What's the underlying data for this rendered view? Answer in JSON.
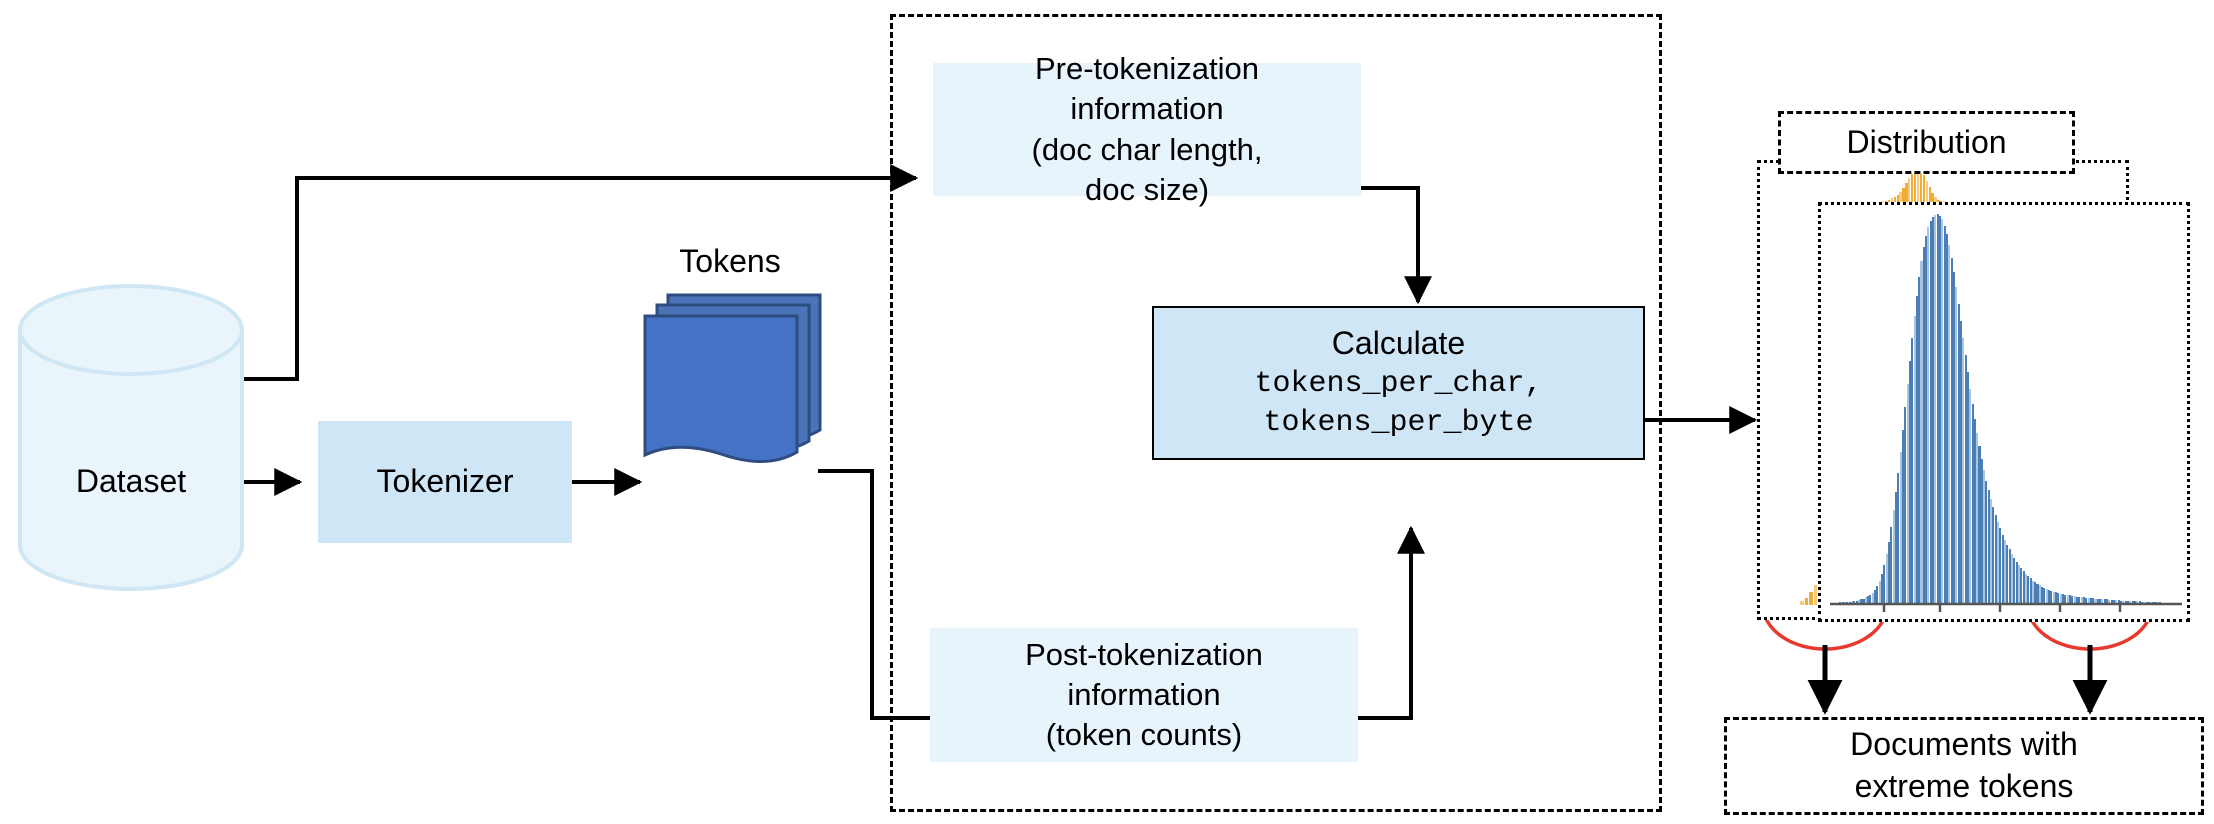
{
  "diagram": {
    "title_hidden": "",
    "nodes": {
      "dataset": {
        "label": "Dataset",
        "shape": "cylinder",
        "fill": "#e8f4fb",
        "stroke": "#cde8f5"
      },
      "tokenizer": {
        "label": "Tokenizer",
        "shape": "rect",
        "fill": "#cfe6f7"
      },
      "tokens": {
        "label": "Tokens",
        "shape": "card-stack",
        "fill": "#4472c4"
      },
      "pre_tokenization": {
        "label": "Pre-tokenization\ninformation\n(doc char length,\ndoc size)",
        "lines": [
          "Pre-tokenization",
          "information",
          "(doc char length,",
          "doc size)"
        ],
        "fill": "#e8f4fb"
      },
      "post_tokenization": {
        "label": "Post-tokenization information (token counts)",
        "lines": [
          "Post-tokenization",
          "information",
          "(token counts)"
        ],
        "fill": "#e8f4fb"
      },
      "calculate": {
        "lines": [
          "Calculate"
        ],
        "mono_lines": [
          "tokens_per_char,",
          "tokens_per_byte"
        ],
        "fill": "#cfe6f7",
        "stroke": "#000000"
      },
      "distribution": {
        "label": "Distribution",
        "style": "dashed"
      },
      "documents": {
        "label": "Documents with extreme tokens",
        "lines": [
          "Documents with",
          "extreme tokens"
        ],
        "style": "dashed"
      }
    },
    "containers": {
      "pipeline": {
        "style": "dashed",
        "label": ""
      }
    },
    "annotations": {
      "left_tail_marker": "red-ellipse",
      "right_tail_marker": "red-ellipse",
      "ellipse_color": "#e8392f"
    }
  },
  "chart_data": {
    "type": "bar",
    "title": "Distribution",
    "xlabel": "",
    "ylabel": "",
    "grid": false,
    "legend": "none",
    "series": [
      {
        "name": "tokens_per_char (front panel)",
        "color": "#4a7eb5",
        "alt_color": "#a8c6e3",
        "values": [
          0.2,
          0.2,
          0.3,
          0.3,
          0.4,
          0.4,
          0.5,
          0.5,
          0.6,
          0.7,
          0.8,
          0.9,
          1.0,
          1.2,
          1.4,
          1.7,
          2.0,
          2.4,
          2.9,
          3.6,
          4.6,
          6.0,
          7.8,
          10.0,
          12.8,
          16.0,
          19.8,
          24.0,
          28.6,
          33.6,
          39.0,
          44.6,
          50.4,
          56.4,
          62.4,
          68.2,
          73.8,
          79.0,
          83.8,
          88.0,
          91.6,
          94.4,
          96.6,
          98.2,
          99.2,
          99.8,
          100.0,
          99.6,
          98.6,
          97.0,
          94.8,
          92.0,
          88.8,
          85.2,
          81.2,
          77.0,
          72.6,
          68.2,
          63.8,
          59.4,
          55.2,
          51.2,
          47.4,
          43.8,
          40.4,
          37.2,
          34.4,
          31.6,
          29.2,
          26.8,
          24.8,
          22.8,
          21.0,
          19.4,
          17.8,
          16.4,
          15.2,
          14.0,
          12.8,
          11.8,
          10.8,
          10.0,
          9.2,
          8.4,
          7.8,
          7.2,
          6.6,
          6.0,
          5.6,
          5.2,
          4.8,
          4.4,
          4.2,
          3.8,
          3.6,
          3.4,
          3.2,
          3.0,
          2.8,
          2.6,
          2.5,
          2.4,
          2.3,
          2.2,
          2.1,
          2.0,
          1.9,
          1.8,
          1.8,
          1.7,
          1.6,
          1.6,
          1.5,
          1.5,
          1.4,
          1.4,
          1.3,
          1.3,
          1.2,
          1.2,
          1.1,
          1.1,
          1.0,
          1.0,
          1.0,
          0.9,
          0.9,
          0.9,
          0.8,
          0.8,
          0.8,
          0.7,
          0.7,
          0.7,
          0.6,
          0.6,
          0.6,
          0.5,
          0.5,
          0.5,
          0.4,
          0.4,
          0.4,
          0.3,
          0.3,
          0.3,
          0.2,
          0.2,
          0.2,
          0.2
        ]
      },
      {
        "name": "tokens_per_byte (back panel)",
        "color": "#f0ad34",
        "alt_color": "#f7cb7a",
        "values": [
          2,
          4,
          7,
          11,
          16,
          23,
          32,
          44,
          58,
          74,
          88,
          97,
          100,
          96,
          84,
          66,
          46,
          28,
          15,
          7,
          3,
          1
        ]
      }
    ],
    "annotations": [
      {
        "type": "ellipse",
        "label": "left extreme tail",
        "color": "#e8392f"
      },
      {
        "type": "ellipse",
        "label": "right extreme tail",
        "color": "#e8392f"
      }
    ],
    "xticks": [
      "",
      "",
      "",
      "",
      ""
    ],
    "yticks": []
  }
}
